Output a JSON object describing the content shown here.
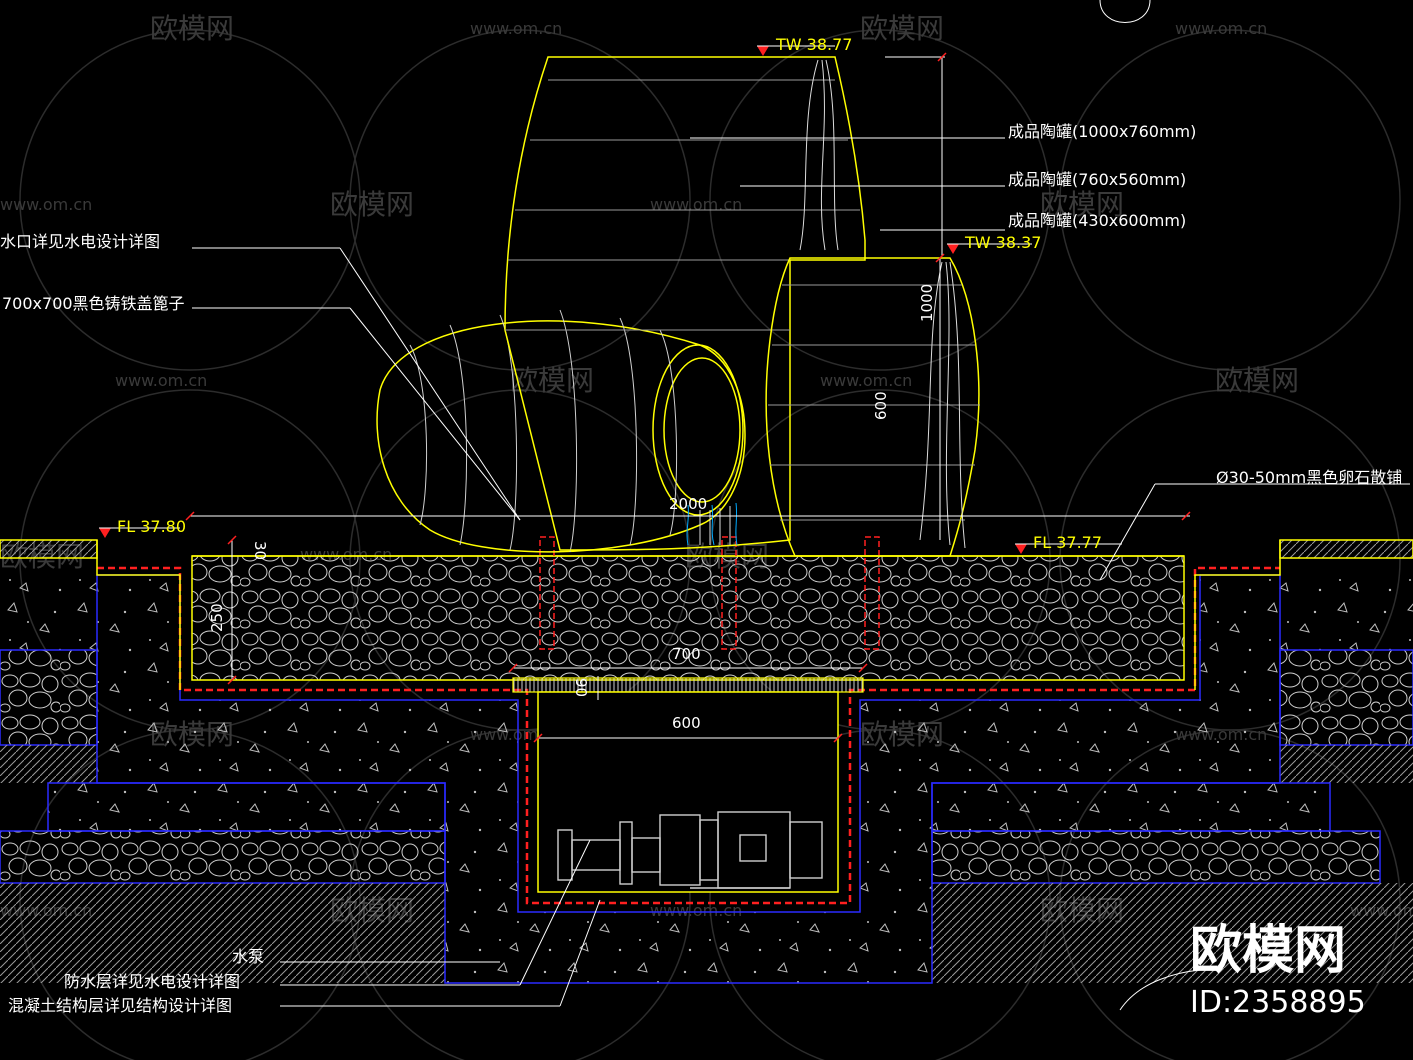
{
  "levels": {
    "tw_top": "TW 38.77",
    "tw_mid": "TW 38.37",
    "fl_left": "FL 37.80",
    "fl_right": "FL 37.77"
  },
  "callouts": {
    "jar_large": "成品陶罐(1000x760mm)",
    "jar_mid": "成品陶罐(760x560mm)",
    "jar_small": "成品陶罐(430x600mm)",
    "outlet": "进水口详见水电设计详图",
    "grate": "700x700黑色铸铁盖篦子",
    "pebbles": "Ø30-50mm黑色卵石散铺",
    "pump": "水泵",
    "waterproof": "防水层详见水电设计详图",
    "structure": "混凝土结构层详见结构设计详图"
  },
  "dimensions": {
    "d1000": "1000",
    "d600v": "600",
    "d2000": "2000",
    "d30": "30",
    "d250": "250",
    "d700": "700",
    "d90": "90",
    "d600h": "600"
  },
  "watermark": {
    "brand": "欧模网",
    "url": "www.om.cn",
    "id_label": "ID:2358895"
  },
  "colors": {
    "yellow": "#ffff00",
    "white": "#ffffff",
    "red": "#ff2020",
    "blue": "#2a2aff",
    "cyan": "#00aaff"
  }
}
